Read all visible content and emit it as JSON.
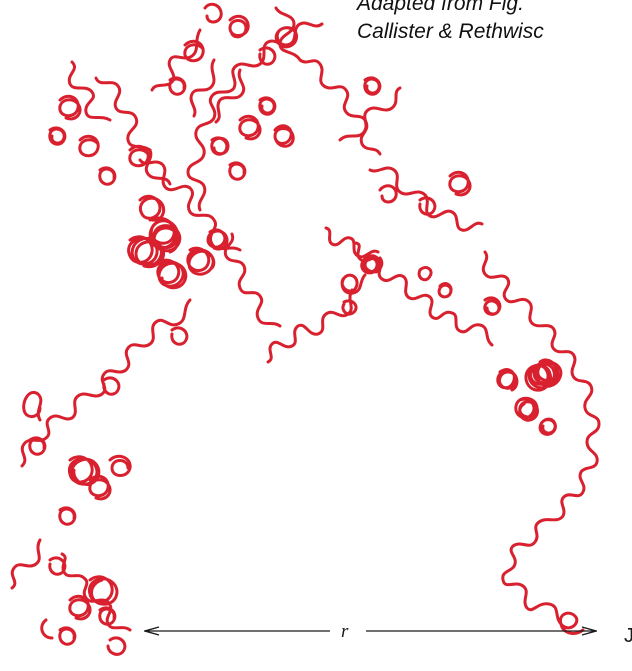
{
  "caption": {
    "line1_prefix": "Adapted from Fig. ",
    "line1_number": "",
    "line2_authors": "Callister & Rethwisc"
  },
  "diagram": {
    "distance_label": "r",
    "chain_color": "#d8202e",
    "arrow_color": "#1a1a1a"
  },
  "edge_glyph": "J"
}
